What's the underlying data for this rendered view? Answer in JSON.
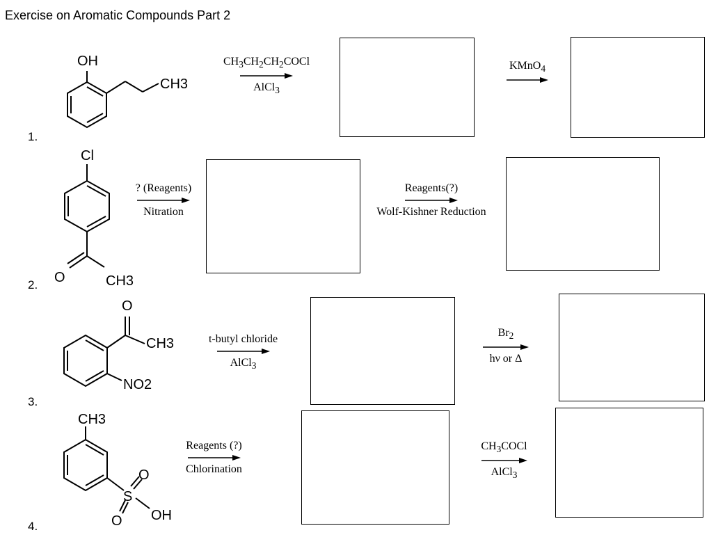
{
  "title": "Exercise on Aromatic Compounds Part 2",
  "problems": [
    {
      "number": "1.",
      "substituents": {
        "oh": "OH",
        "ch3": "CH3"
      },
      "steps": [
        {
          "above_html": "CH<sub>3</sub>CH<sub>2</sub>CH<sub>2</sub>COCl",
          "below_html": "AlCl<sub>3</sub>"
        },
        {
          "above_html": "KMnO<sub>4</sub>",
          "below_html": ""
        }
      ]
    },
    {
      "number": "2.",
      "substituents": {
        "cl": "Cl",
        "o": "O",
        "ch3": "CH3"
      },
      "steps": [
        {
          "above_html": "? (Reagents)",
          "below_html": "Nitration"
        },
        {
          "above_html": "Reagents(?)",
          "below_html": "Wolf-Kishner Reduction"
        }
      ]
    },
    {
      "number": "3.",
      "substituents": {
        "o": "O",
        "ch3": "CH3",
        "no2": "NO2"
      },
      "steps": [
        {
          "above_html": "t-butyl chloride",
          "below_html": "AlCl<sub>3</sub>"
        },
        {
          "above_html": "Br<sub>2</sub>",
          "below_html": "hν or Δ"
        }
      ]
    },
    {
      "number": "4.",
      "substituents": {
        "ch3": "CH3",
        "s": "S",
        "o_top": "O",
        "o_bottom": "O",
        "oh": "OH"
      },
      "steps": [
        {
          "above_html": "Reagents (?)",
          "below_html": "Chlorination"
        },
        {
          "above_html": "CH<sub>3</sub>COCl",
          "below_html": "AlCl<sub>3</sub>"
        }
      ]
    }
  ]
}
